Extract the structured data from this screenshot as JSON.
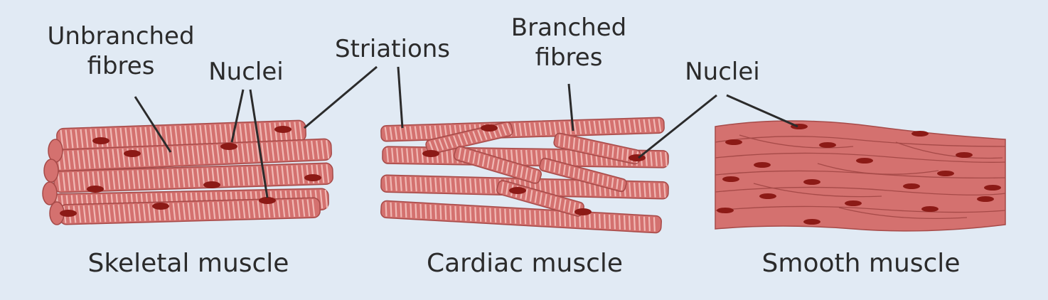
{
  "colors": {
    "background": "#e1eaf4",
    "fibre_fill": "#d4716f",
    "fibre_outline": "#a64a48",
    "striation": "#f0b8b4",
    "nucleus": "#8c1a16",
    "label_text": "#2b2b2b",
    "leader_line": "#2b2b2b"
  },
  "labels": {
    "unbranched_line1": "Unbranched",
    "unbranched_line2": "fibres",
    "nuclei_skeletal": "Nuclei",
    "striations": "Striations",
    "branched_line1": "Branched",
    "branched_line2": "fibres",
    "nuclei_cardiac": "Nuclei"
  },
  "captions": {
    "skeletal": "Skeletal muscle",
    "cardiac": "Cardiac muscle",
    "smooth": "Smooth muscle"
  }
}
